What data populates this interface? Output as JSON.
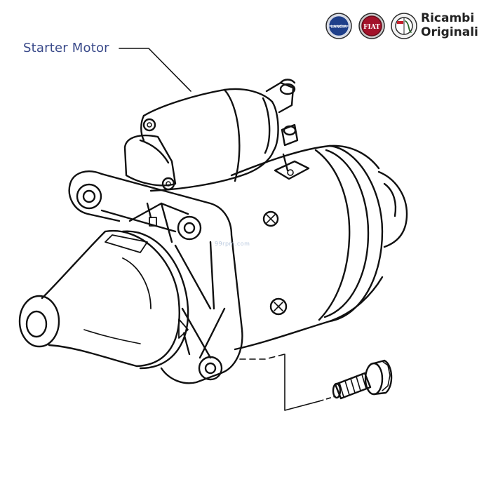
{
  "diagram": {
    "callout_label": "Starter Motor",
    "watermark": "99rpm.com"
  },
  "branding": {
    "line1": "Ricambi",
    "line2": "Originali",
    "logos": [
      {
        "name": "lancia-logo",
        "text": "LANCIA",
        "color": "#1f3f8a"
      },
      {
        "name": "fiat-logo",
        "text": "FIAT",
        "color": "#a3122a"
      },
      {
        "name": "alfa-romeo-logo",
        "text": "",
        "color": "#2a6a2a"
      }
    ]
  },
  "colors": {
    "line": "#111111",
    "label": "#3a4a8a"
  }
}
